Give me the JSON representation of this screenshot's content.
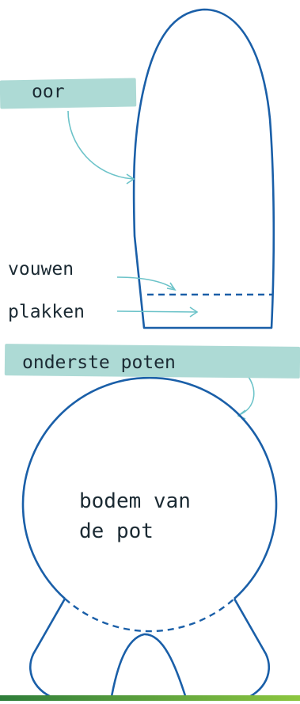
{
  "labels": {
    "oor": "oor",
    "vouwen": "vouwen",
    "plakken": "plakken",
    "onderste_poten": "onderste poten",
    "bodem_line1": "bodem van",
    "bodem_line2": "de pot"
  },
  "colors": {
    "outline": "#1a5fa8",
    "arrow": "#6cc3c9",
    "tape": "#a9d8d3",
    "bar_dark": "#2e7d3a",
    "bar_light": "#8cc63f",
    "text": "#1b2a33"
  }
}
